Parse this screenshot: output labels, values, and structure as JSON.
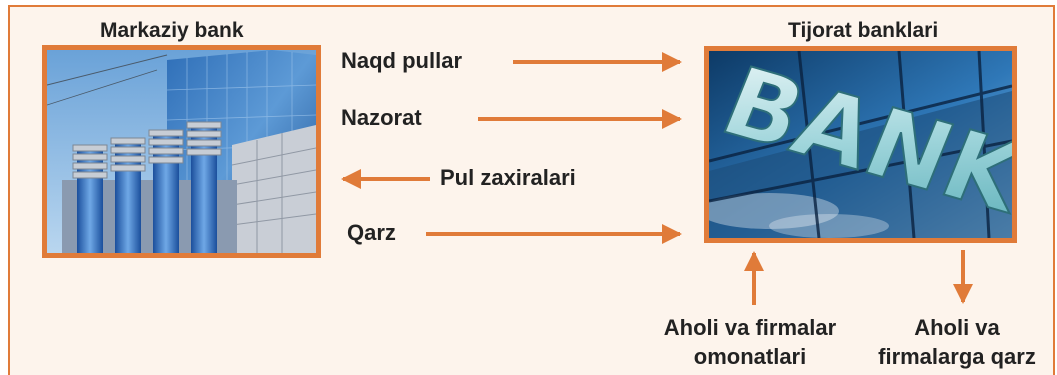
{
  "left": {
    "title": "Markaziy bank"
  },
  "right": {
    "title": "Tijorat banklari",
    "sign": "BANK"
  },
  "flows": {
    "naqd": "Naqd pullar",
    "nazorat": "Nazorat",
    "zaxira": "Pul zaxiralari",
    "qarz": "Qarz"
  },
  "bottom": {
    "deposits_line1": "Aholi va firmalar",
    "deposits_line2": "omonatlari",
    "loans_line1": "Aholi va",
    "loans_line2": "firmalarga qarz"
  },
  "colors": {
    "accent": "#e07b39",
    "background": "#fdf4ec",
    "text": "#222222"
  }
}
